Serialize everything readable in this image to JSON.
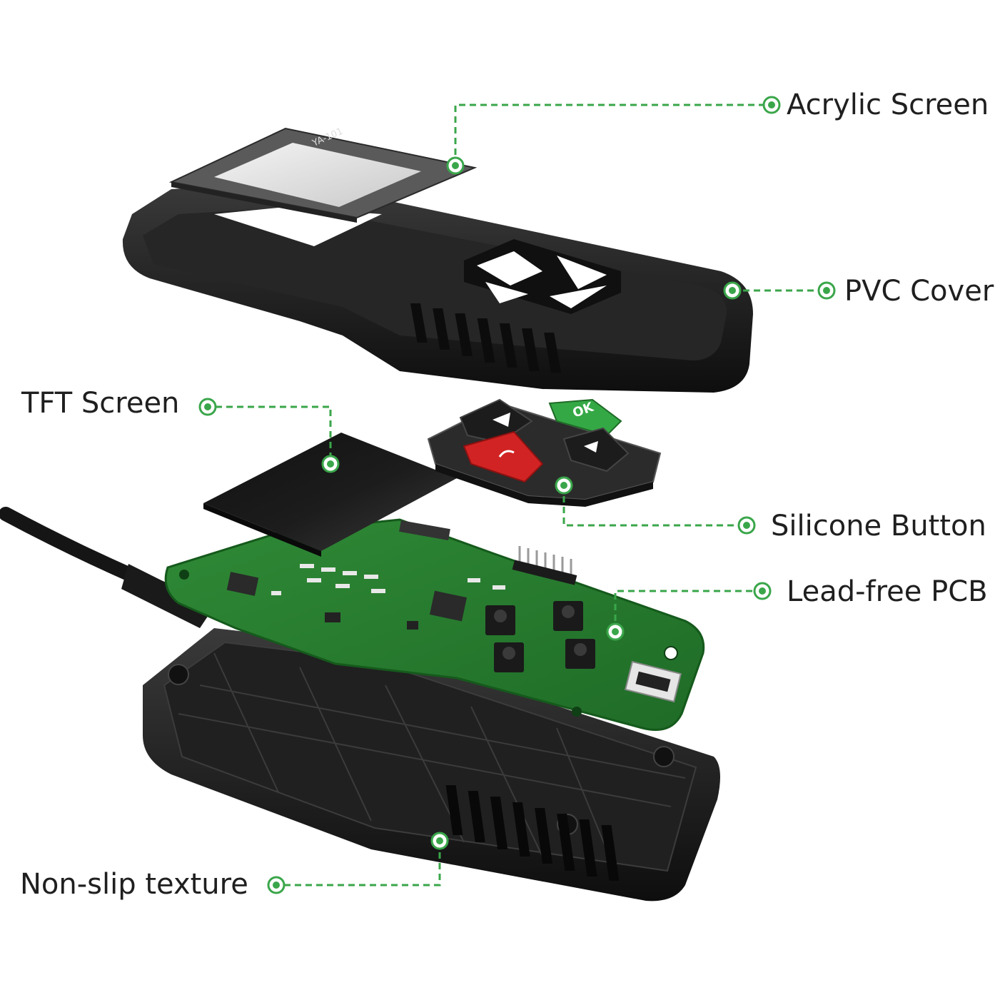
{
  "accent_color": "#3aa64a",
  "callouts": {
    "acrylic_screen": "Acrylic Screen",
    "pvc_cover": "PVC Cover",
    "tft_screen": "TFT Screen",
    "silicone_button": "Silicone Button",
    "lead_free_pcb": "Lead-free PCB",
    "non_slip_texture": "Non-slip texture"
  },
  "parts": {
    "button_ok_label": "OK",
    "screen_frame_marking": "YA-101"
  }
}
